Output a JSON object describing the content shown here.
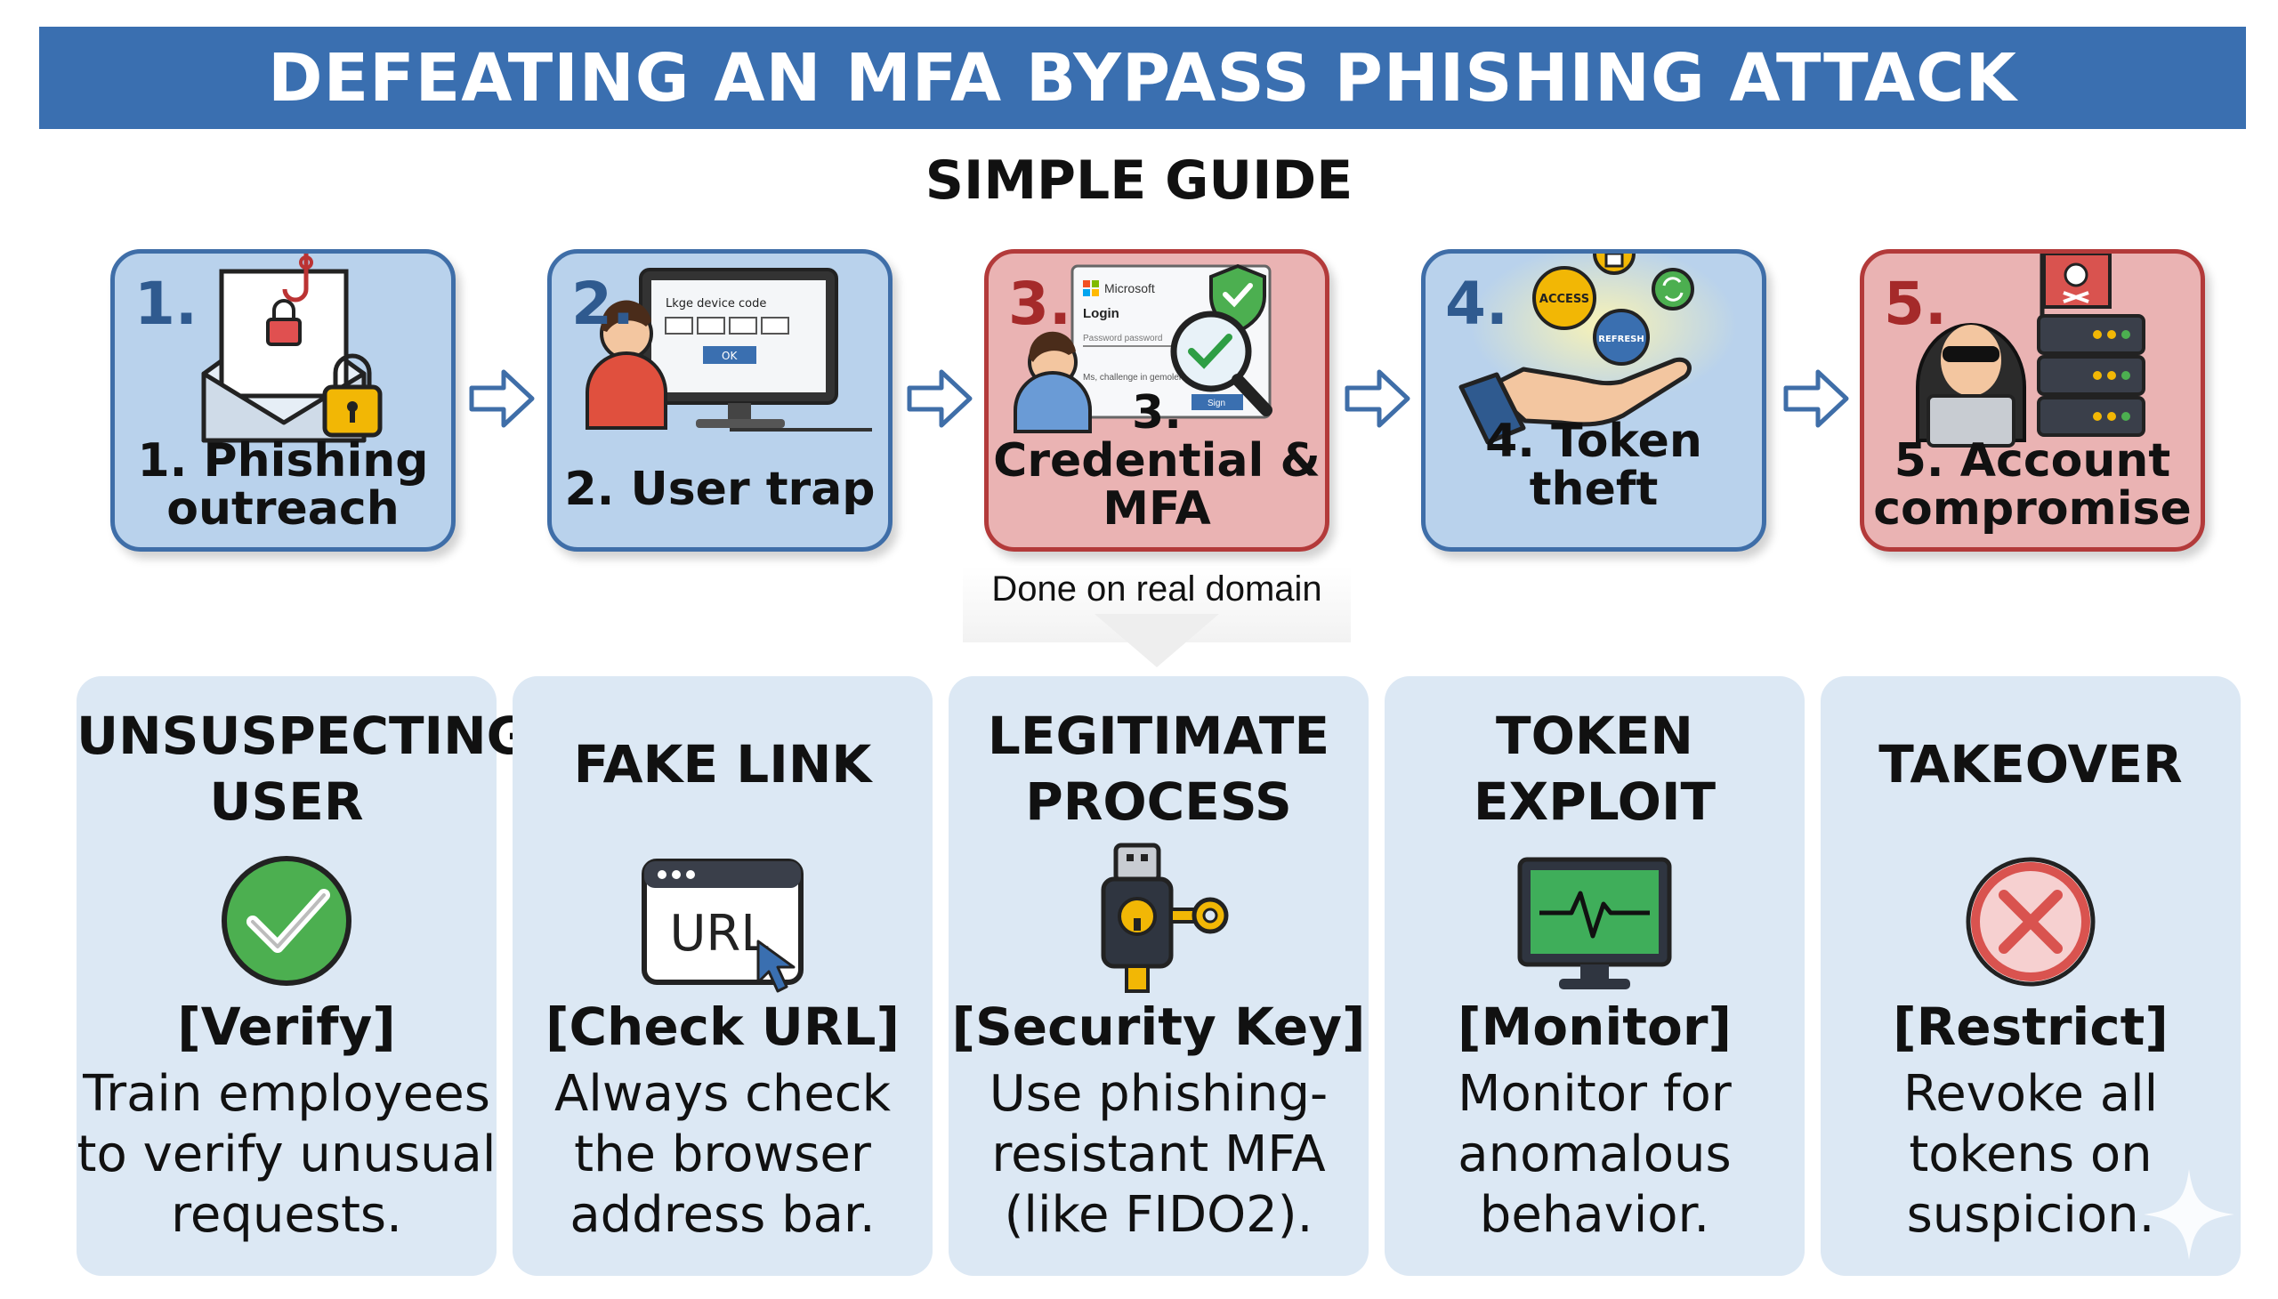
{
  "header": {
    "title": "DEFEATING AN MFA BYPASS PHISHING ATTACK",
    "subtitle": "SIMPLE GUIDE"
  },
  "colors": {
    "banner": "#3a6fb0",
    "step_blue_fill": "#b9d2ec",
    "step_blue_border": "#3f6ea8",
    "step_red_fill": "#eab3b3",
    "step_red_border": "#b33a3a",
    "card_fill": "#dce8f4",
    "check_green": "#4caf50",
    "restrict_red": "#d9534f"
  },
  "steps": [
    {
      "number": "1.",
      "label": "1. Phishing outreach",
      "theme": "blue",
      "icon": "phishing-email-icon"
    },
    {
      "number": "2.",
      "label": "2. User trap",
      "theme": "blue",
      "icon": "user-computer-icon"
    },
    {
      "number": "3.",
      "label": "3. Credential & MFA",
      "theme": "red",
      "icon": "login-verify-icon",
      "screen": {
        "brand": "Microsoft",
        "heading": "Login",
        "field": "Password password",
        "hint": "Ms, challenge in gemolel",
        "button": "Sign"
      }
    },
    {
      "number": "4.",
      "label": "4. Token theft",
      "theme": "blue",
      "icon": "token-hand-icon",
      "tokens": [
        "ACCESS",
        "REFRESH"
      ]
    },
    {
      "number": "5.",
      "label": "5. Account compromise",
      "theme": "red",
      "icon": "hacker-server-icon"
    }
  ],
  "step2_screen": {
    "title": "Lkge device code",
    "button": "OK"
  },
  "note": "Done on real domain",
  "cards": [
    {
      "title": "UNSUSPECTING USER",
      "tag": "[Verify]",
      "text": "Train employees to verify unusual requests.",
      "icon": "checkmark-icon"
    },
    {
      "title": "FAKE LINK",
      "tag": "[Check URL]",
      "text": "Always check the browser address bar.",
      "icon": "url-browser-icon",
      "icon_text": "URL"
    },
    {
      "title": "LEGITIMATE PROCESS",
      "tag": "[Security Key]",
      "text": "Use phishing-resistant MFA (like FIDO2).",
      "icon": "security-key-icon"
    },
    {
      "title": "TOKEN EXPLOIT",
      "tag": "[Monitor]",
      "text": "Monitor for anomalous behavior.",
      "icon": "monitor-pulse-icon"
    },
    {
      "title": "TAKEOVER",
      "tag": "[Restrict]",
      "text": "Revoke all tokens on suspicion.",
      "icon": "restrict-x-icon"
    }
  ]
}
